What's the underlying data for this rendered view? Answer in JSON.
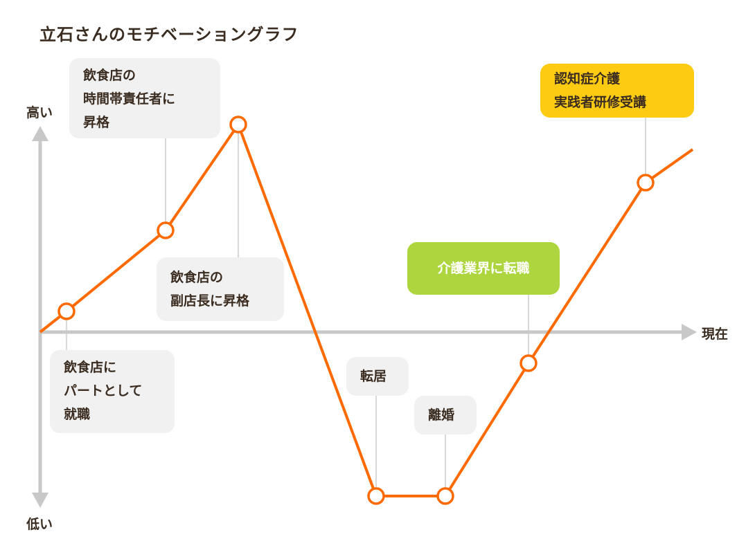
{
  "chart_data": {
    "type": "line",
    "title": "立石さんのモチベーショングラフ",
    "ylabel_high": "高い",
    "ylabel_low": "低い",
    "xlabel": "現在",
    "ylim": [
      -9,
      10
    ],
    "xlim": [
      0,
      100
    ],
    "grid": false,
    "series": [
      {
        "name": "モチベーション",
        "color": "#ff6a00",
        "x": [
          0,
          3.8,
          18.1,
          28.6,
          48.5,
          58.5,
          70.5,
          87.4,
          94.2
        ],
        "y": [
          0,
          1.0,
          4.9,
          10.0,
          -7.9,
          -7.9,
          -1.5,
          7.2,
          8.8
        ],
        "markers": [
          false,
          true,
          true,
          true,
          true,
          true,
          true,
          true,
          false
        ]
      }
    ],
    "annotations": [
      {
        "point": 1,
        "lines": [
          "飲食店に",
          "パートとして",
          "就職"
        ],
        "style": "gray"
      },
      {
        "point": 2,
        "lines": [
          "飲食店の",
          "時間帯責任者に",
          "昇格"
        ],
        "style": "gray"
      },
      {
        "point": 3,
        "lines": [
          "飲食店の",
          "副店長に昇格"
        ],
        "style": "gray"
      },
      {
        "point": 4,
        "lines": [
          "転居"
        ],
        "style": "gray"
      },
      {
        "point": 5,
        "lines": [
          "離婚"
        ],
        "style": "gray"
      },
      {
        "point": 6,
        "lines": [
          "介護業界に転職"
        ],
        "style": "green"
      },
      {
        "point": 7,
        "lines": [
          "認知症介護",
          "実践者研修受講"
        ],
        "style": "yellow"
      }
    ],
    "colors": {
      "axis": "#c8c8c8",
      "line": "#ff6a00",
      "box": "#f1f1f1",
      "green": "#acd53e",
      "yellow": "#fecb13",
      "connector": "#cccccc"
    }
  }
}
